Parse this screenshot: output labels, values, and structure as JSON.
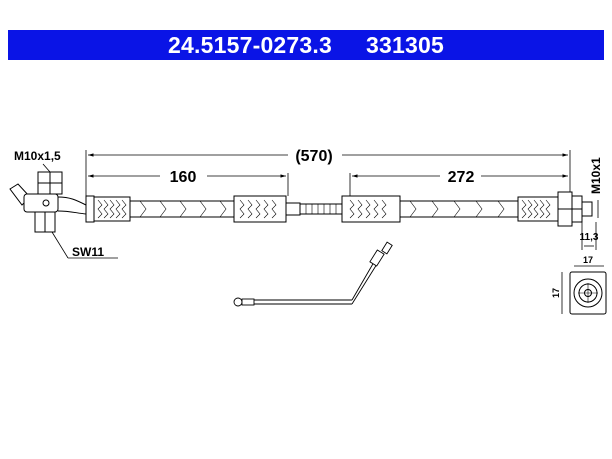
{
  "header": {
    "part_number": "24.5157-0273.3",
    "ref_number": "331305",
    "background_color": "#0a14e6",
    "text_color": "#ffffff"
  },
  "dimensions": {
    "total_length": "(570)",
    "left_length": "160",
    "right_length": "272",
    "left_thread": "M10x1,5",
    "right_thread": "M10x1",
    "wrench_size": "SW11",
    "fitting_width": "11,3",
    "section_width": "17",
    "section_height": "17"
  }
}
